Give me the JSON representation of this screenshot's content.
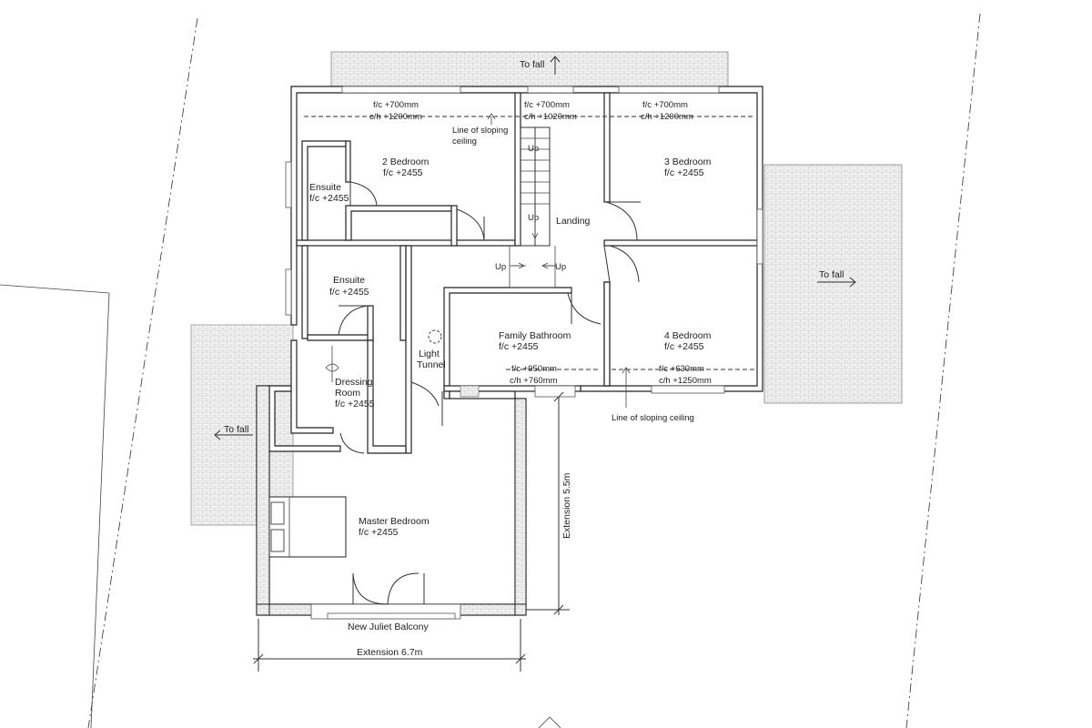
{
  "rooms": {
    "bedroom2": {
      "name": "2 Bedroom",
      "level": "f/c +2455"
    },
    "ensuite_top": {
      "name": "Ensuite",
      "level": "f/c +2455"
    },
    "ensuite_mid": {
      "name": "Ensuite",
      "level": "f/c +2455"
    },
    "bedroom3": {
      "name": "3 Bedroom",
      "level": "f/c +2455"
    },
    "bedroom4": {
      "name": "4 Bedroom",
      "level": "f/c +2455"
    },
    "family_bathroom": {
      "name": "Family Bathroom",
      "level": "f/c +2455"
    },
    "landing": {
      "name": "Landing"
    },
    "dressing_room": {
      "line1": "Dressing",
      "line2": "Room",
      "level": "f/c +2455"
    },
    "master_bedroom": {
      "name": "Master Bedroom",
      "level": "f/c +2455"
    },
    "light_tunnel": {
      "line1": "Light",
      "line2": "Tunnel"
    }
  },
  "ceiling_notes": {
    "bedroom2": {
      "fc": "f/c +700mm",
      "ch": "c/h +1200mm"
    },
    "stair": {
      "fc": "f/c +700mm",
      "ch": "c/h +1020mm"
    },
    "bedroom3": {
      "fc": "f/c +700mm",
      "ch": "c/h +1200mm"
    },
    "bathroom": {
      "fc": "f/c +950mm",
      "ch": "c/h +760mm"
    },
    "bedroom4": {
      "fc": "f/c +630mm",
      "ch": "c/h +1250mm"
    }
  },
  "notes": {
    "sloping_ceiling_top_1": "Line of sloping",
    "sloping_ceiling_top_2": "ceiling",
    "sloping_ceiling_bottom": "Line of sloping ceiling",
    "juliet_balcony": "New Juliet Balcony",
    "extension_width": "Extension 6.7m",
    "extension_depth": "Extension 5.5m",
    "to_fall_top": "To fall",
    "to_fall_right": "To fall",
    "to_fall_left": "To fall"
  },
  "stairs": {
    "up_1": "Up",
    "up_2": "Up",
    "up_3": "Up",
    "up_4": "Up"
  }
}
